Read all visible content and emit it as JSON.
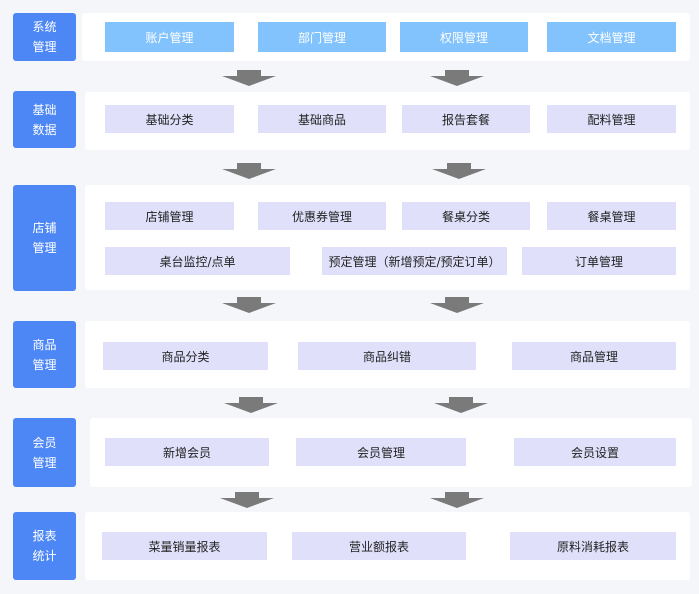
{
  "colors": {
    "label": "#4d87f6",
    "box": "#e0e0fb",
    "box_top": "#82c3fd",
    "arrow": "#7a7a7a"
  },
  "sections": [
    {
      "label": "系统管理",
      "items": [
        "账户管理",
        "部门管理",
        "权限管理",
        "文档管理"
      ]
    },
    {
      "label": "基础数据",
      "items": [
        "基础分类",
        "基础商品",
        "报告套餐",
        "配料管理"
      ]
    },
    {
      "label": "店铺管理",
      "items": [
        "店铺管理",
        "优惠券管理",
        "餐桌分类",
        "餐桌管理",
        "桌台监控/点单",
        "预定管理（新增预定/预定订单）",
        "订单管理"
      ]
    },
    {
      "label": "商品管理",
      "items": [
        "商品分类",
        "商品纠错",
        "商品管理"
      ]
    },
    {
      "label": "会员管理",
      "items": [
        "新增会员",
        "会员管理",
        "会员设置"
      ]
    },
    {
      "label": "报表统计",
      "items": [
        "菜量销量报表",
        "营业额报表",
        "原料消耗报表"
      ]
    }
  ]
}
